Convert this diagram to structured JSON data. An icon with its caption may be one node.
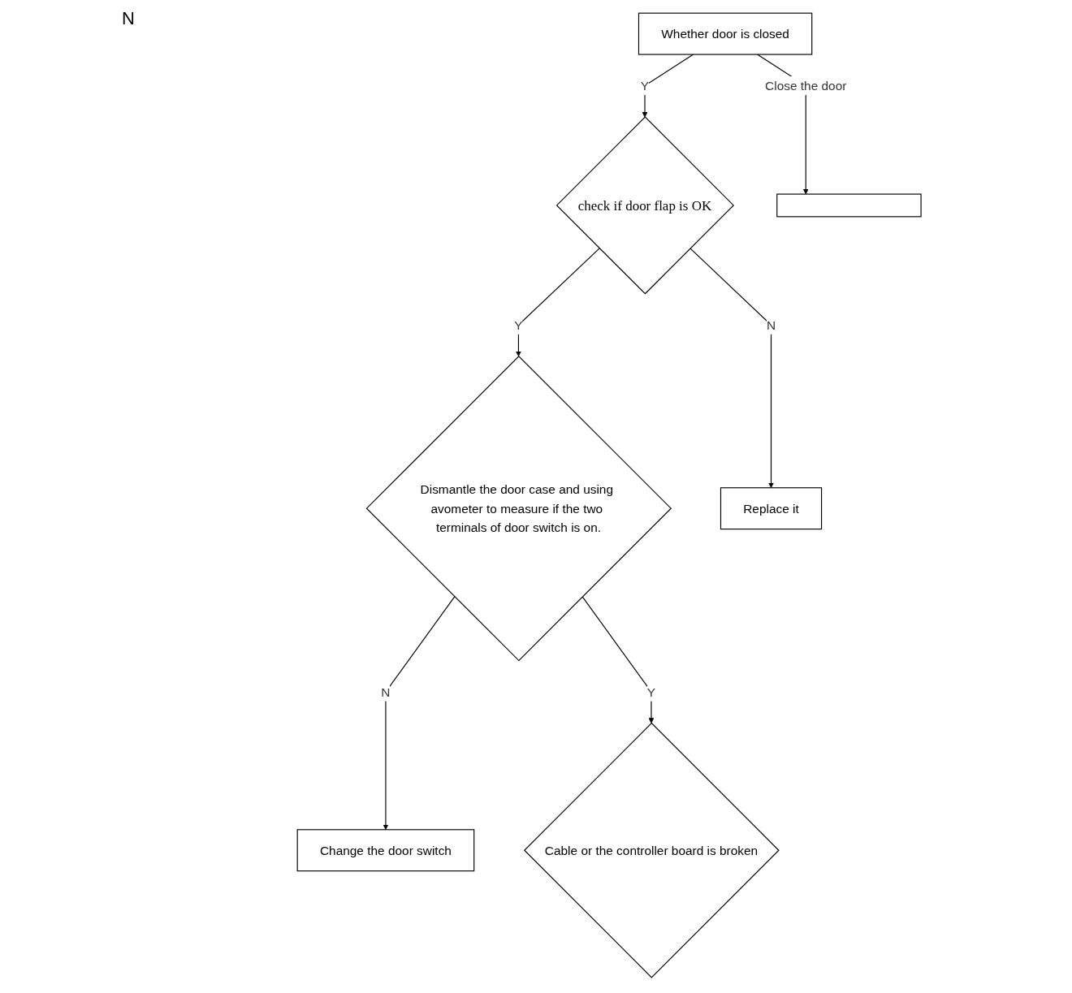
{
  "diagram": {
    "nodes": [
      {
        "text": [
          "Whether door is closed"
        ]
      },
      {
        "text": [],
        "shape": "box"
      },
      {
        "text": [
          "check if door flap is OK"
        ]
      },
      {
        "text": [
          "Replace it"
        ]
      },
      {
        "text": [
          "Dismantle the door case and using avometer to measure if the two terminals of door switch is on."
        ]
      },
      {
        "text": [
          "Change the door switch"
        ]
      },
      {
        "text": [
          "Cable or the controller board is broken"
        ]
      }
    ],
    "edges": [
      {
        "from": 0,
        "to": 1,
        "arrow": "to",
        "label": "Close the door"
      },
      {
        "from": 0,
        "to": 2,
        "arrow": "to",
        "label": "Y"
      },
      {
        "from": 2,
        "to": 3,
        "arrow": "to",
        "label": "N"
      },
      {
        "from": 2,
        "to": 4,
        "arrow": "to",
        "label": "Y"
      },
      {
        "from": 4,
        "to": 5,
        "arrow": "to",
        "label": "N"
      },
      {
        "from": 4,
        "to": 6,
        "arrow": "to",
        "label": "Y"
      }
    ],
    "labels": [
      "N"
    ]
  }
}
